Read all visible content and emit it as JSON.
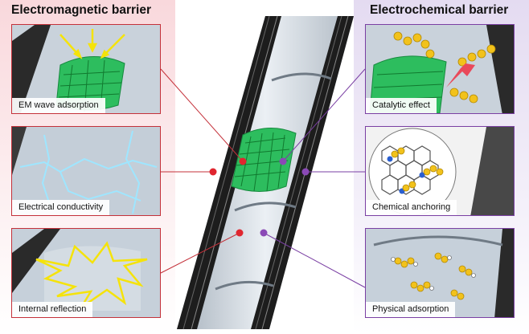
{
  "left": {
    "title": "Electromagnetic barrier",
    "panels": [
      {
        "label": "EM wave adsorption"
      },
      {
        "label": "Electrical conductivity"
      },
      {
        "label": "Internal reflection"
      }
    ]
  },
  "right": {
    "title": "Electrochemical barrier",
    "panels": [
      {
        "label": "Catalytic effect"
      },
      {
        "label": "Chemical anchoring"
      },
      {
        "label": "Physical adsorption"
      }
    ]
  },
  "colors": {
    "left_accent": "#c4313a",
    "right_accent": "#7a3fa3",
    "crystal": "#2dbd5e",
    "wave": "#f5e30a",
    "sulfur": "#f2c21b",
    "lightning": "#9fe6ff"
  }
}
